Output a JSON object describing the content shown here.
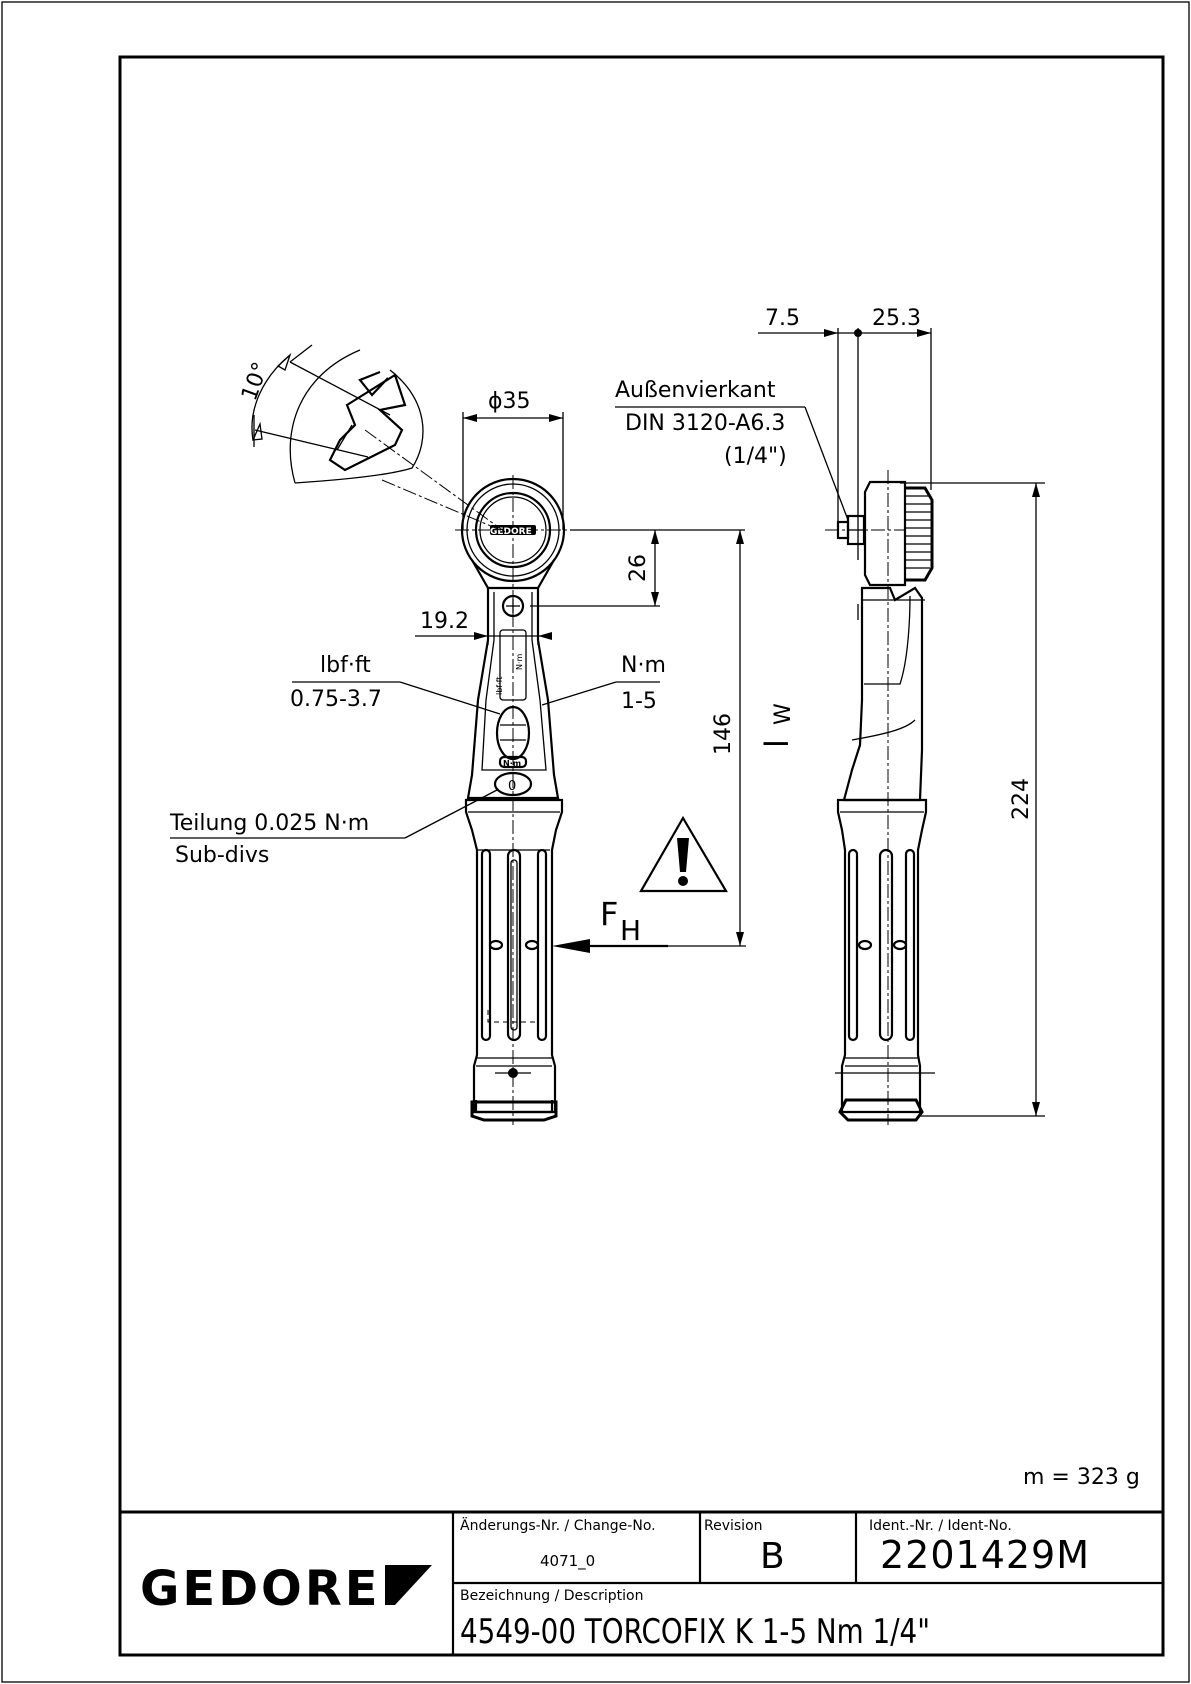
{
  "dimensions": {
    "angle": "10°",
    "head_diameter": "ϕ35",
    "offset_26": "26",
    "width_19_2": "19.2",
    "length_146": "146",
    "effective_length": "l",
    "effective_length_sub": "W",
    "total_length_224": "224",
    "side_7_5": "7.5",
    "side_25_3": "25.3"
  },
  "annotations": {
    "drive_de": "Außenvierkant",
    "drive_std": "DIN 3120-A6.3",
    "drive_size": "(1/4\")",
    "scale_lbf_label": "lbf·ft",
    "scale_lbf_range": "0.75-3.7",
    "scale_nm_label": "N·m",
    "scale_nm_range": "1-5",
    "subdiv_de": "Teilung 0.025 N·m",
    "subdiv_en": "Sub-divs",
    "force_label": "F",
    "force_sub": "H",
    "head_logo": "GEDORE",
    "mass": "m = 323 g"
  },
  "title_block": {
    "logo": "GEDORE",
    "change_no_label": "Änderungs-Nr. / Change-No.",
    "change_no_value": "4071_0",
    "revision_label": "Revision",
    "revision_value": "B",
    "ident_label": "Ident.-Nr. / Ident-No.",
    "ident_value": "2201429M",
    "description_label": "Bezeichnung / Description",
    "description_value": "4549-00 TORCOFIX K 1-5 Nm 1/4\""
  },
  "colors": {
    "ink": "#000000",
    "paper": "#ffffff"
  }
}
